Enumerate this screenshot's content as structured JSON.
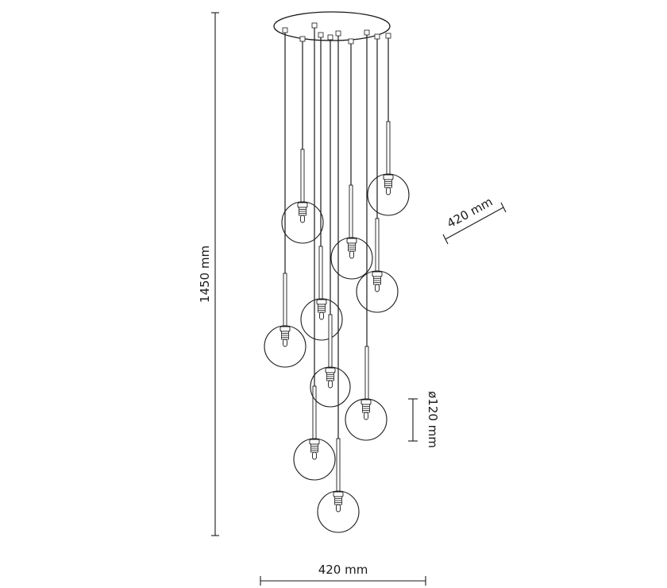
{
  "dimensions": {
    "height_label": "1450 mm",
    "width_label": "420 mm",
    "depth_label": "420 mm",
    "globe_label": "ø120 mm"
  },
  "pendant_count": 10
}
